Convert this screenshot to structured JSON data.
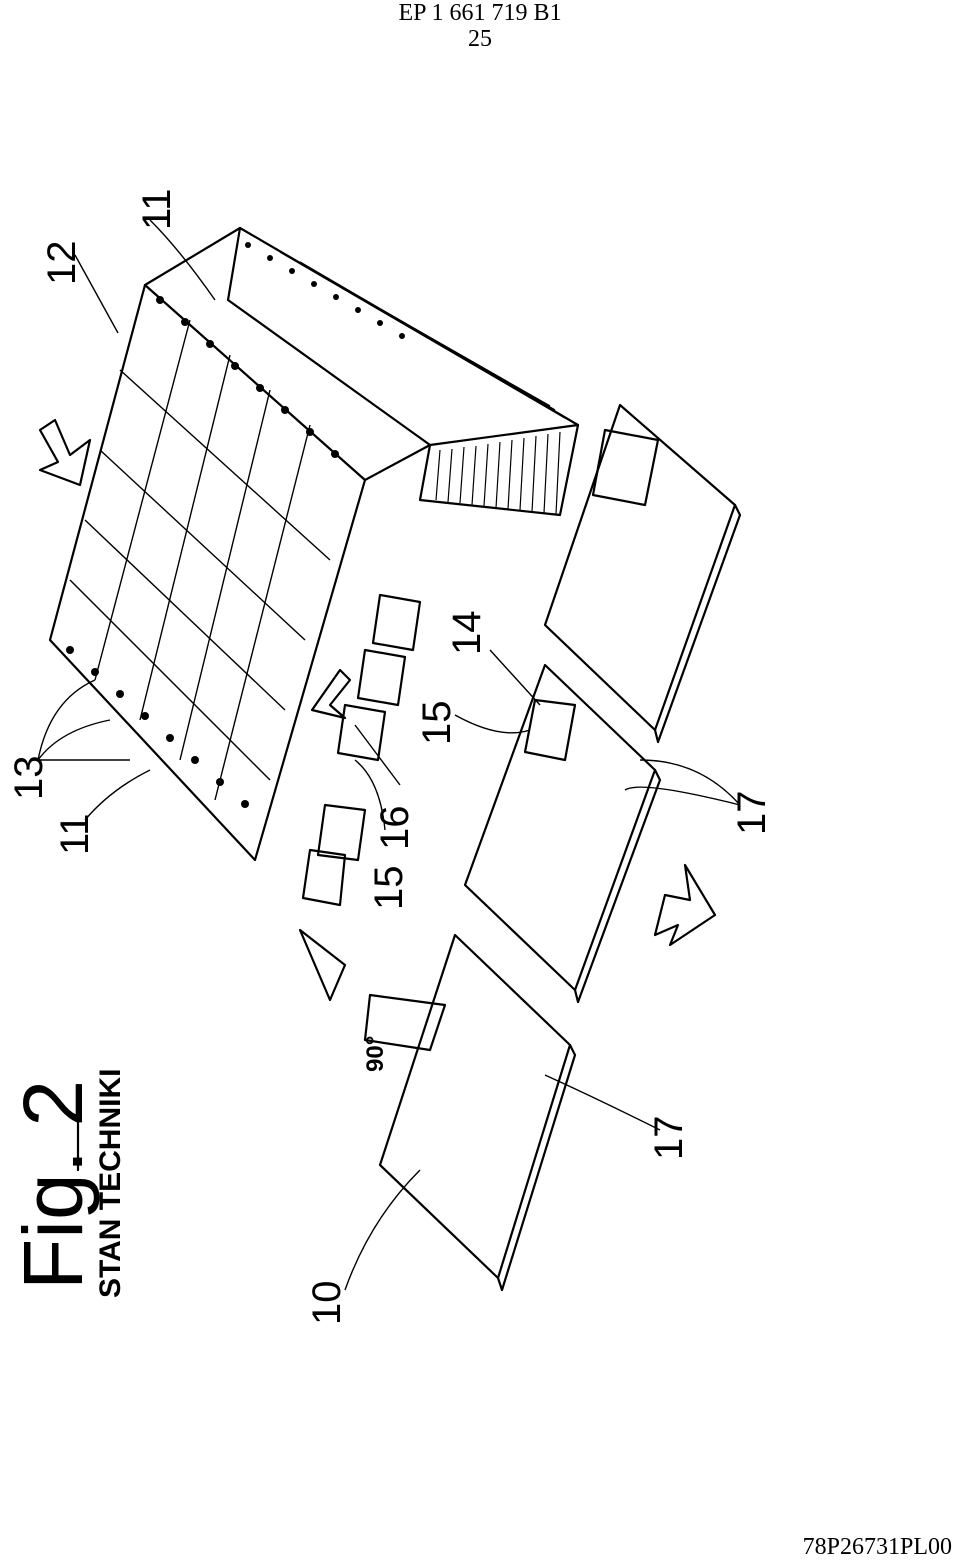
{
  "header": {
    "patent_number": "EP 1 661 719 B1",
    "page_number": "25"
  },
  "figure": {
    "title": "Fig. 2",
    "subtitle": "STAN TECHNIKI",
    "angle_label": "90°"
  },
  "labels": {
    "l10": "10",
    "l11a": "11",
    "l11b": "11",
    "l12": "12",
    "l13": "13",
    "l14": "14",
    "l15a": "15",
    "l15b": "15",
    "l16": "16",
    "l17a": "17",
    "l17b": "17"
  },
  "footer": {
    "code": "78P26731PL00"
  }
}
